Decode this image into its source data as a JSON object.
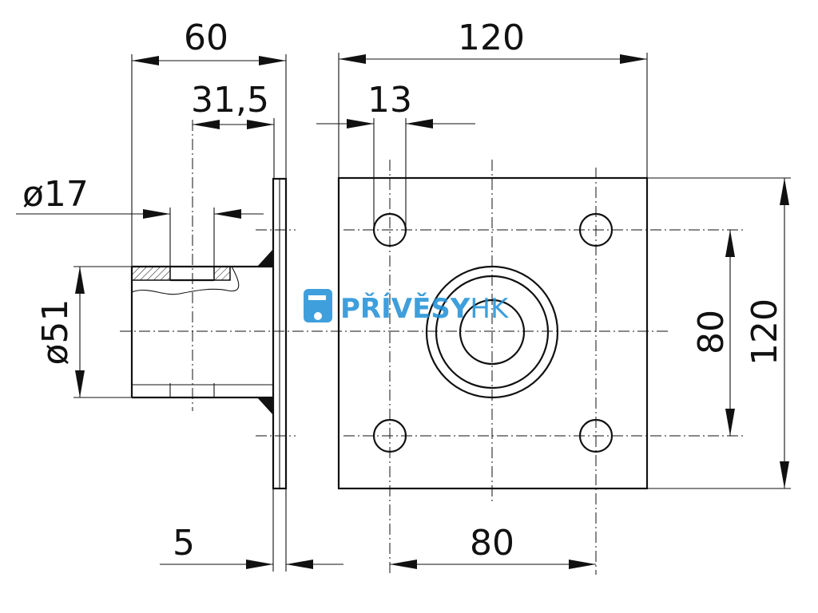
{
  "dimensions": {
    "side_total_width": "60",
    "side_inner": "31,5",
    "bore_diameter": "ø17",
    "tube_diameter": "ø51",
    "plate_thickness": "5",
    "front_plate_width": "120",
    "hole_diameter": "13",
    "hole_spacing_vertical": "80",
    "plate_height": "120",
    "hole_spacing_horizontal": "80"
  },
  "watermark": {
    "brand_bold": "PŘÍVĚSY",
    "brand_suffix": "HK",
    "color": "#1e8fd6"
  },
  "colors": {
    "line": "#111111",
    "background": "#ffffff"
  }
}
